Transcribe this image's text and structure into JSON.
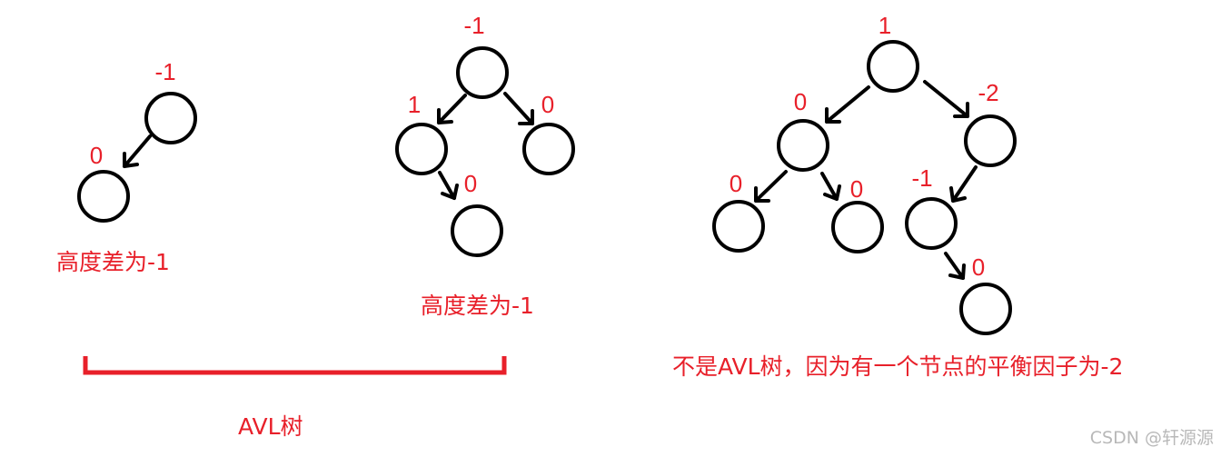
{
  "colors": {
    "annotation": "#e8202a",
    "node_stroke": "#000000",
    "watermark": "#b8b8b8"
  },
  "trees": [
    {
      "factors": [
        "-1",
        "0"
      ],
      "caption": "高度差为-1"
    },
    {
      "factors": [
        "-1",
        "1",
        "0",
        "0"
      ],
      "caption": "高度差为-1"
    },
    {
      "factors": [
        "1",
        "0",
        "-2",
        "0",
        "0",
        "-1",
        "0"
      ],
      "caption": "不是AVL树，因为有一个节点的平衡因子为-2"
    }
  ],
  "group_label": "AVL树",
  "watermark": "CSDN @轩源源"
}
